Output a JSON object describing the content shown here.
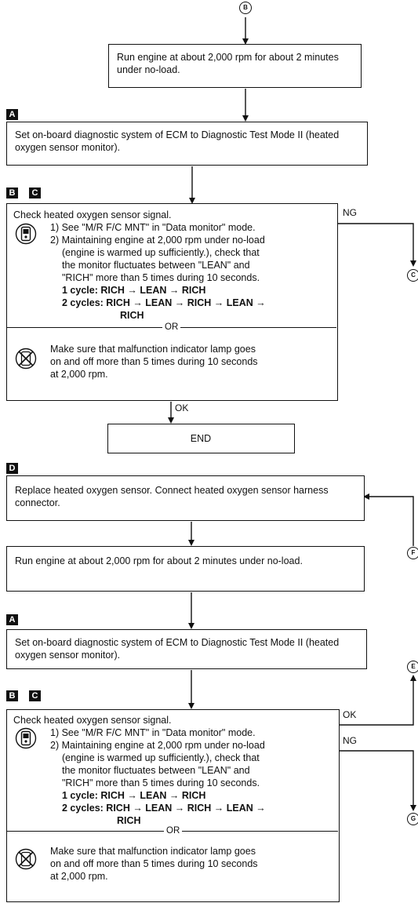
{
  "connectors": {
    "B_in": "B",
    "C_out": "C",
    "F_in": "F",
    "E_out": "E",
    "G_out": "G"
  },
  "flow1": {
    "run_engine": "Run engine at about 2,000 rpm for about 2 minutes under no-load.",
    "tag_A": "A",
    "set_ecm": "Set on-board diagnostic system of ECM to Diagnostic Test Mode II (heated oxygen sensor monitor).",
    "tag_B": "B",
    "tag_C": "C",
    "check": {
      "title": "Check heated oxygen sensor signal.",
      "step1": "1) See \"M/R F/C MNT\" in \"Data monitor\" mode.",
      "step2_l1": "2) Maintaining engine at 2,000 rpm under no-load",
      "step2_l2": "(engine is warmed up sufficiently.), check that",
      "step2_l3": "the monitor fluctuates between \"LEAN\" and",
      "step2_l4": "\"RICH\" more than 5 times during 10 seconds.",
      "cycle1": "1 cycle: RICH → LEAN → RICH",
      "cycle2": "2 cycles: RICH → LEAN → RICH → LEAN →",
      "cycle2_end": "RICH",
      "or": "OR",
      "mil_l1": "Make sure that malfunction indicator lamp goes",
      "mil_l2": "on and off more than 5 times during 10 seconds",
      "mil_l3": "at 2,000 rpm."
    },
    "ng": "NG",
    "ok": "OK",
    "end": "END"
  },
  "flow2": {
    "tag_D": "D",
    "replace": "Replace heated oxygen sensor. Connect heated oxygen sensor harness connector.",
    "run_engine": "Run engine at about 2,000 rpm for about 2 minutes under no-load.",
    "tag_A": "A",
    "set_ecm": "Set on-board diagnostic system of ECM to Diagnostic Test Mode II (heated oxygen sensor monitor).",
    "tag_B": "B",
    "tag_C": "C",
    "check": {
      "title": "Check heated oxygen sensor signal.",
      "step1": "1) See \"M/R F/C MNT\" in \"Data monitor\" mode.",
      "step2_l1": "2) Maintaining engine at 2,000 rpm under no-load",
      "step2_l2": "(engine is warmed up sufficiently.), check that",
      "step2_l3": "the monitor fluctuates between \"LEAN\" and",
      "step2_l4": "\"RICH\" more than 5 times during 10 seconds.",
      "cycle1": "1 cycle: RICH → LEAN → RICH",
      "cycle2": "2 cycles: RICH → LEAN → RICH → LEAN →",
      "cycle2_end": "RICH",
      "or": "OR",
      "mil_l1": "Make sure that malfunction indicator lamp goes",
      "mil_l2": "on and off more than 5 times during 10 seconds",
      "mil_l3": "at 2,000 rpm."
    },
    "ok": "OK",
    "ng": "NG"
  }
}
